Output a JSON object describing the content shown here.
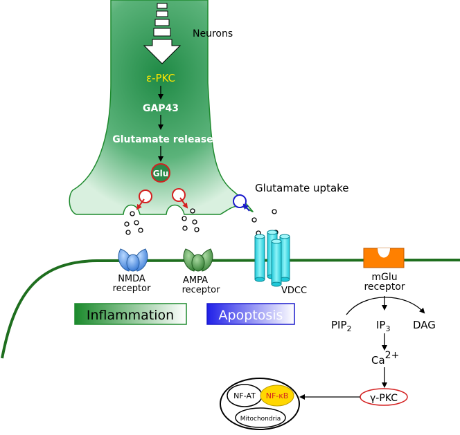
{
  "neuron": {
    "label": "Neurons",
    "pathway": {
      "epkc": "ε-PKC",
      "gap43": "GAP43",
      "release": "Glutamate release",
      "glu": "Glu"
    },
    "uptake_label": "Glutamate uptake"
  },
  "receptors": {
    "nmda_line1": "NMDA",
    "nmda_line2": "receptor",
    "ampa_line1": "AMPA",
    "ampa_line2": "receptor",
    "vdcc": "VDCC",
    "mglu_line1": "mGlu",
    "mglu_line2": "receptor"
  },
  "outcomes": {
    "inflammation": "Inflammation",
    "apoptosis": "Apoptosis"
  },
  "signaling": {
    "pip2_base": "PIP",
    "pip2_sub": "2",
    "ip3_base": "IP",
    "ip3_sub": "3",
    "dag": "DAG",
    "ca_base": "Ca",
    "ca_sup": "2+",
    "gpkc": "γ-PKC"
  },
  "nucleus": {
    "nfat": "NF-AT",
    "nfkb": "NF-κB",
    "mito": "Mitochondria"
  },
  "colors": {
    "green": "#1e8a2e",
    "red": "#d42020",
    "blue": "#1a1acc",
    "yellow": "#ffd700",
    "orange": "#ff8000",
    "cyan": "#40e0e8"
  }
}
